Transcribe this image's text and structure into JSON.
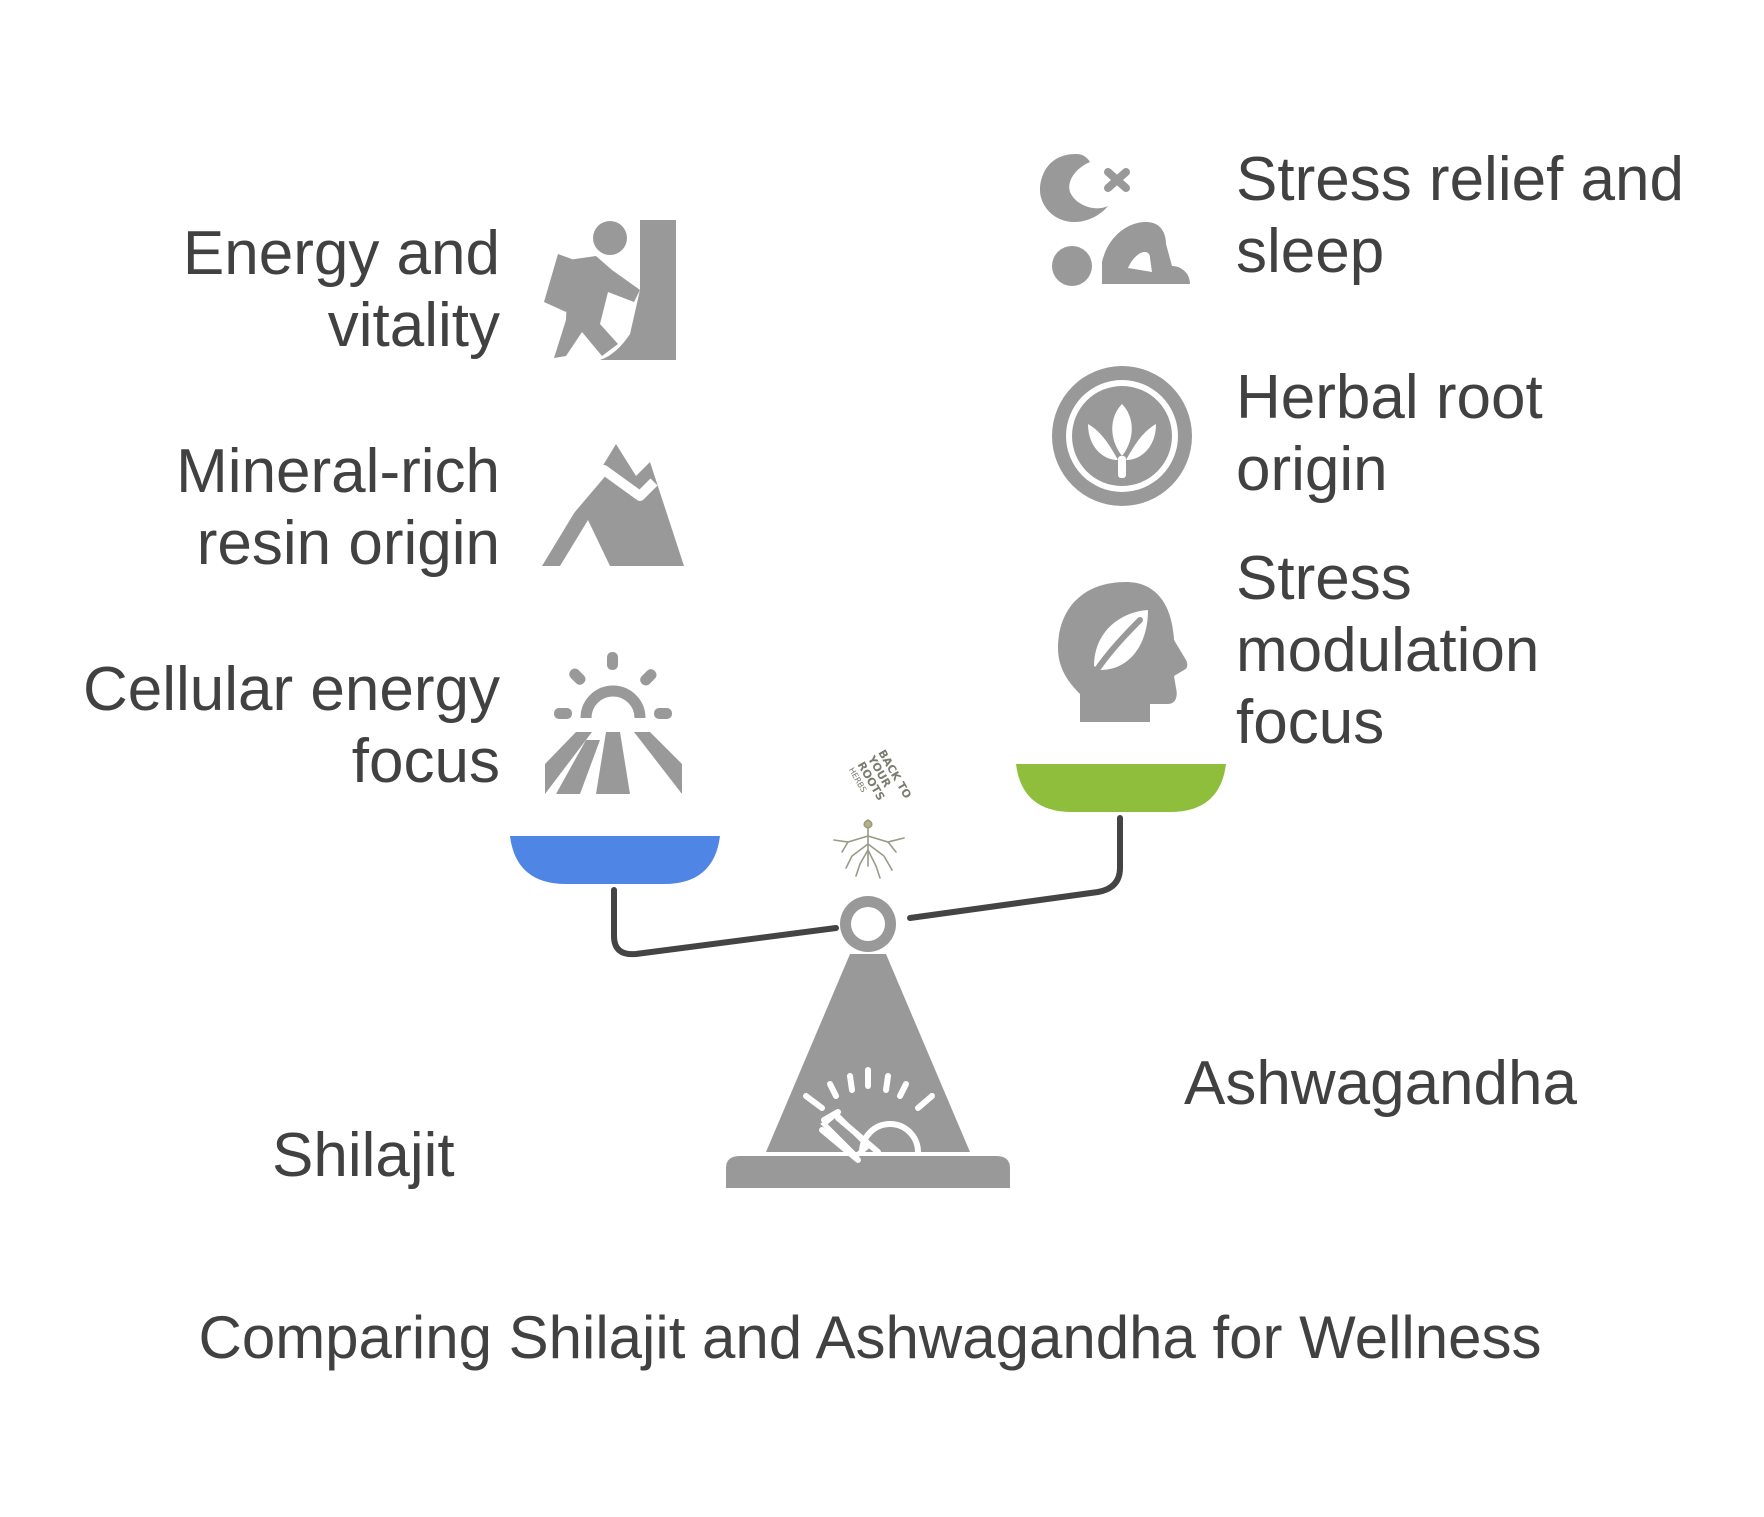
{
  "title": "Comparing Shilajit and Ashwagandha for Wellness",
  "colors": {
    "icon_gray": "#999999",
    "text": "#414141",
    "shilajit_pan": "#4f86e6",
    "ashwagandha_pan": "#8fbe3c",
    "beam": "#444444",
    "logo": "#7b7b6e"
  },
  "shilajit": {
    "name": "Shilajit",
    "pan_color": "#4f86e6",
    "items": [
      {
        "line1": "Energy and",
        "line2": "vitality",
        "icon": "climber-icon"
      },
      {
        "line1": "Mineral-rich",
        "line2": "resin origin",
        "icon": "mountain-icon"
      },
      {
        "line1": "Cellular energy",
        "line2": "focus",
        "icon": "sunrise-icon"
      }
    ]
  },
  "ashwagandha": {
    "name": "Ashwagandha",
    "pan_color": "#8fbe3c",
    "items": [
      {
        "line1": "Stress relief and",
        "line2": "sleep",
        "line3": "",
        "icon": "sleep-icon"
      },
      {
        "line1": "Herbal root",
        "line2": "origin",
        "line3": "",
        "icon": "herbal-leaf-icon"
      },
      {
        "line1": "Stress",
        "line2": "modulation",
        "line3": "focus",
        "icon": "mind-leaf-icon"
      }
    ]
  },
  "logo": {
    "line1": "BACK TO",
    "line2": "YOUR",
    "line3": "ROOTS",
    "line4": "HERBS"
  }
}
